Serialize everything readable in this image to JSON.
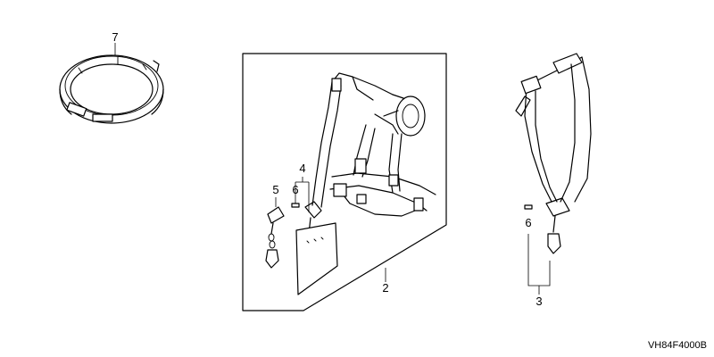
{
  "diagram_code": "VH84F4000B",
  "parts": [
    {
      "number": "7",
      "part": "ring"
    },
    {
      "number": "2",
      "part": "harness-assembly"
    },
    {
      "number": "4",
      "part": "hook-clip"
    },
    {
      "number": "6",
      "part": "clip-small-left"
    },
    {
      "number": "5",
      "part": "snap-hook-chain"
    },
    {
      "number": "3",
      "part": "shoulder-strap"
    },
    {
      "number": "6",
      "part": "clip-small-right"
    }
  ],
  "colors": {
    "line": "#000000",
    "background": "#ffffff"
  }
}
